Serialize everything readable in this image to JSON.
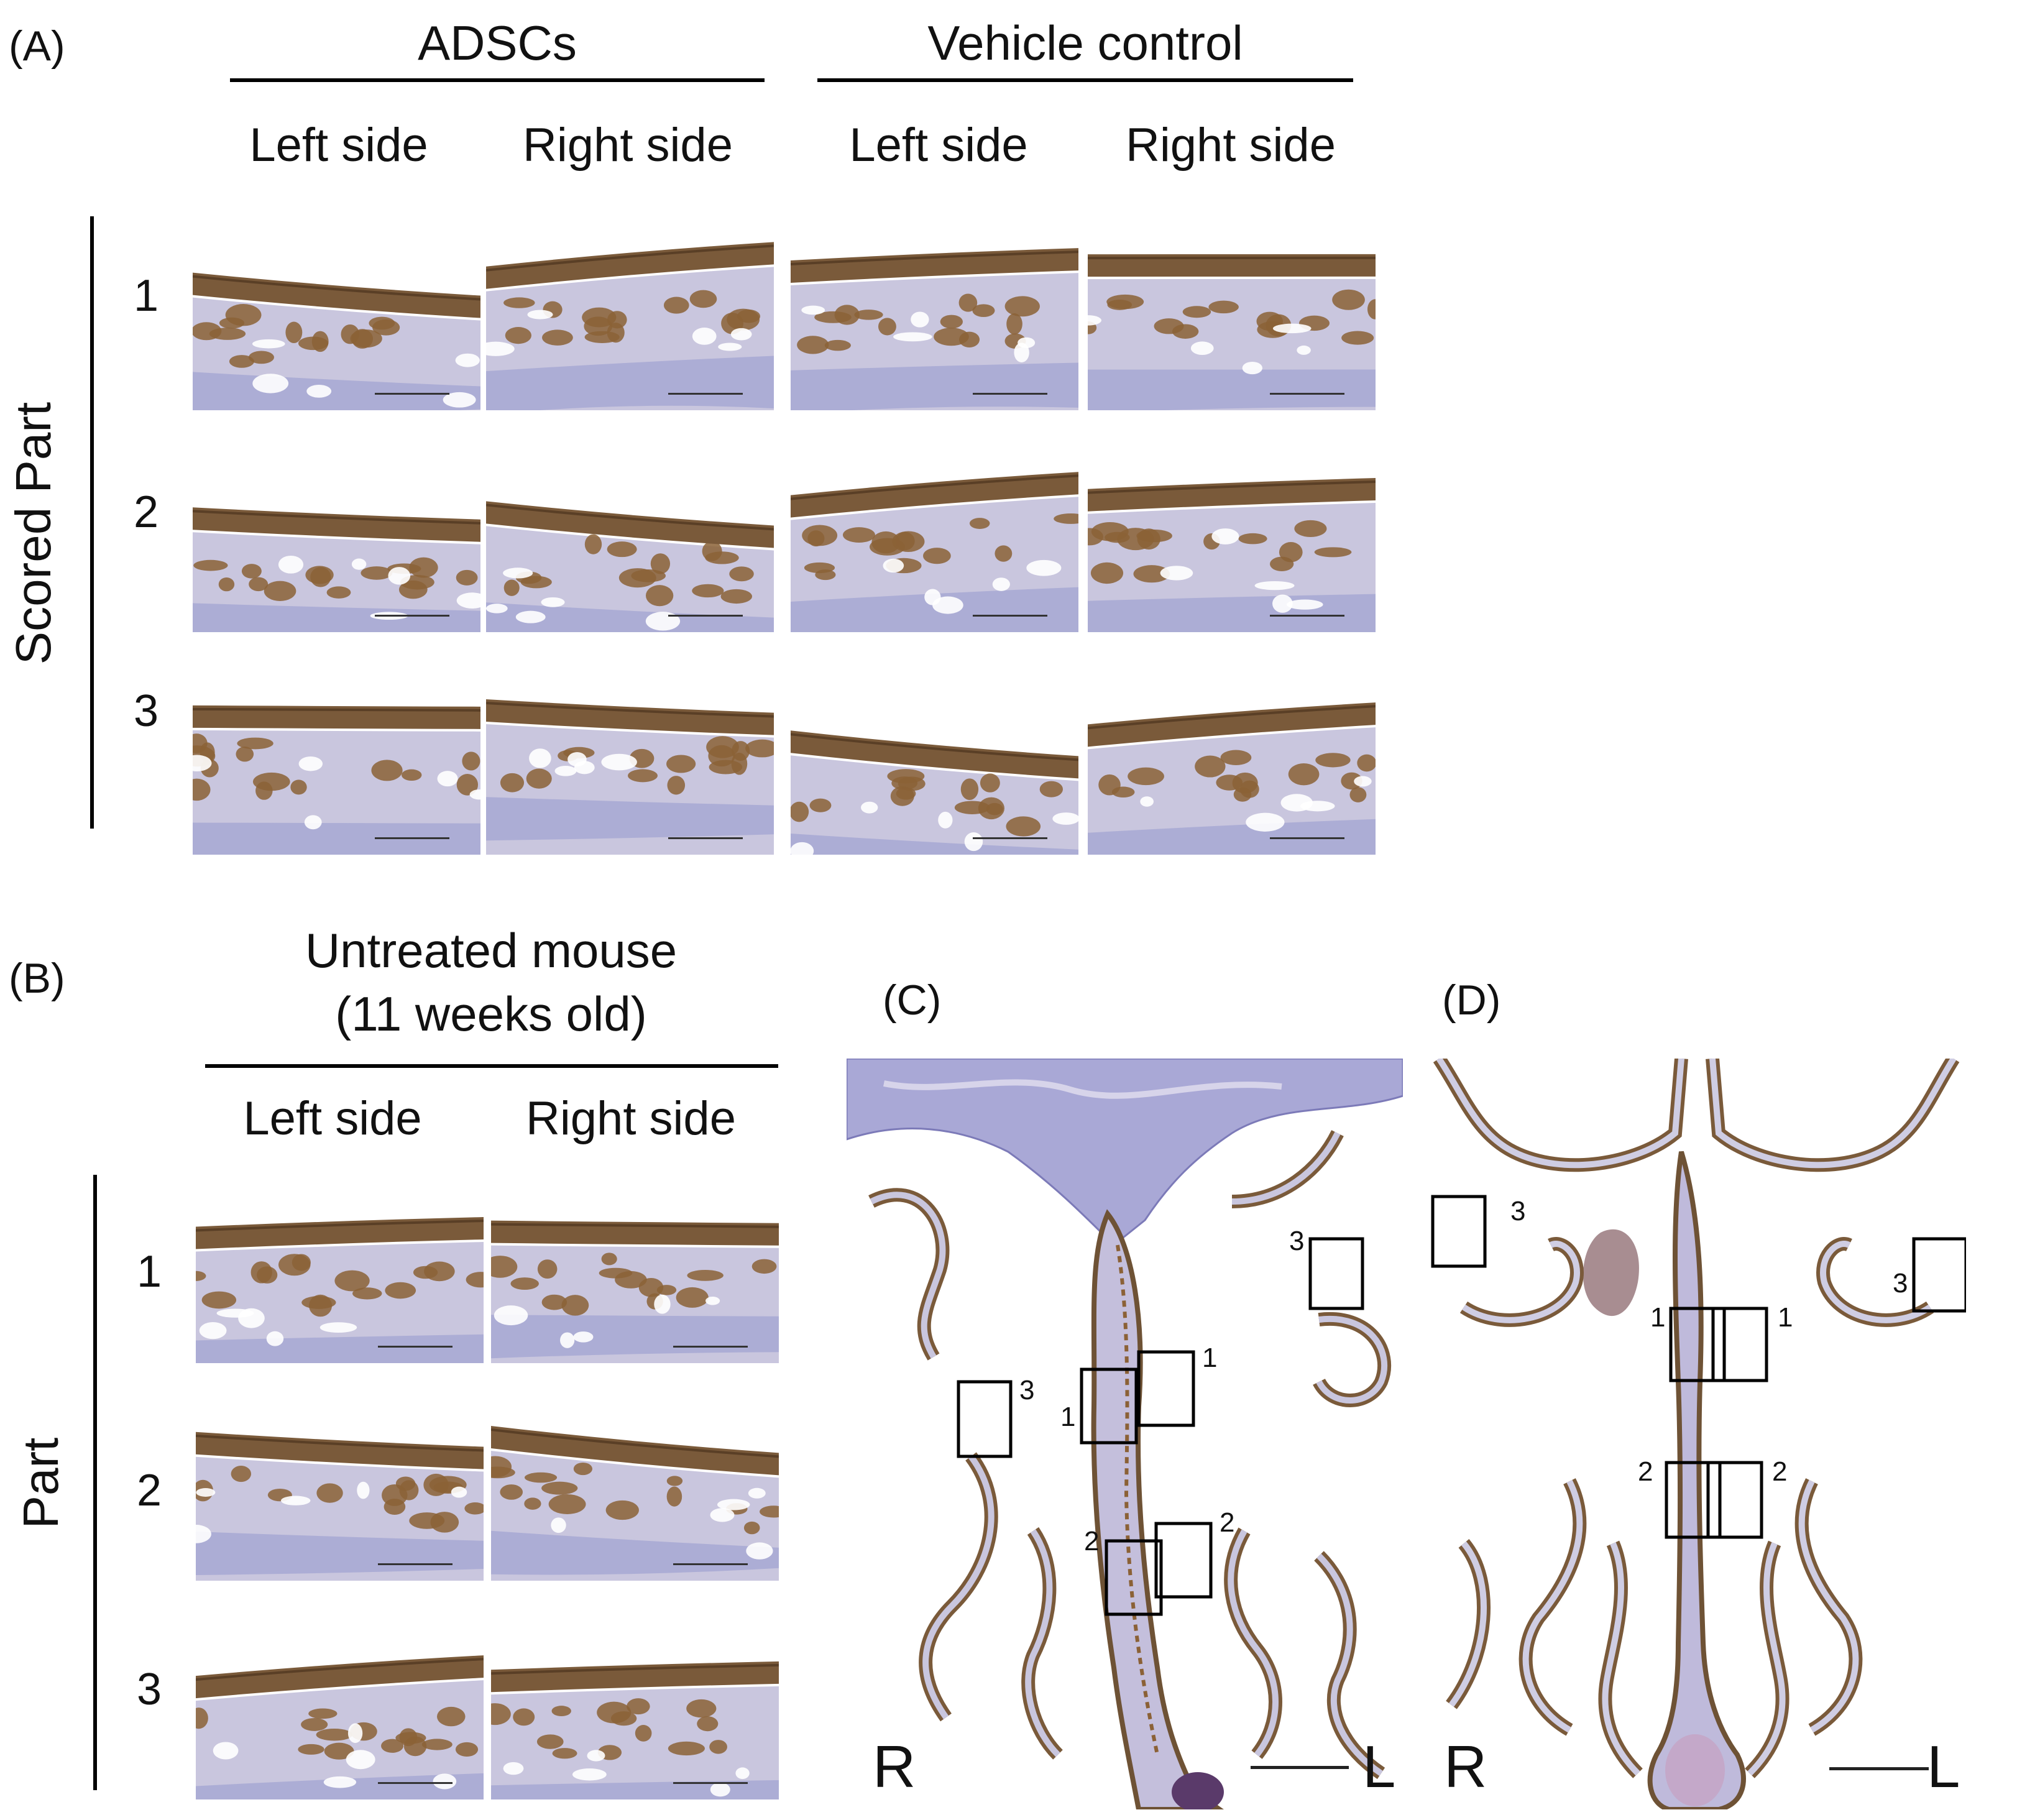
{
  "panel_a": {
    "letter": "(A)",
    "group_left": "ADSCs",
    "group_right": "Vehicle control",
    "col_left": "Left side",
    "col_right": "Right side",
    "row_axis_label": "Scored Part",
    "rows": [
      "1",
      "2",
      "3"
    ]
  },
  "panel_b": {
    "letter": "(B)",
    "title_line1": "Untreated mouse",
    "title_line2": "(11 weeks old)",
    "col_left": "Left side",
    "col_right": "Right side",
    "row_axis_label": "Part",
    "rows": [
      "1",
      "2",
      "3"
    ]
  },
  "panel_c": {
    "letter": "(C)",
    "side_left": "R",
    "side_right": "L",
    "box_labels": [
      "1",
      "1",
      "2",
      "2",
      "3",
      "3"
    ]
  },
  "panel_d": {
    "letter": "(D)",
    "side_left": "R",
    "side_right": "L",
    "box_labels": [
      "1",
      "1",
      "2",
      "2",
      "3",
      "3"
    ]
  },
  "colors": {
    "epithelium_brown": "#7a5a3a",
    "gland_brown": "#8b6136",
    "stroma_lilac": "#c9c6de",
    "bone_blue": "#a7a8d4",
    "background_white": "#ffffff"
  }
}
